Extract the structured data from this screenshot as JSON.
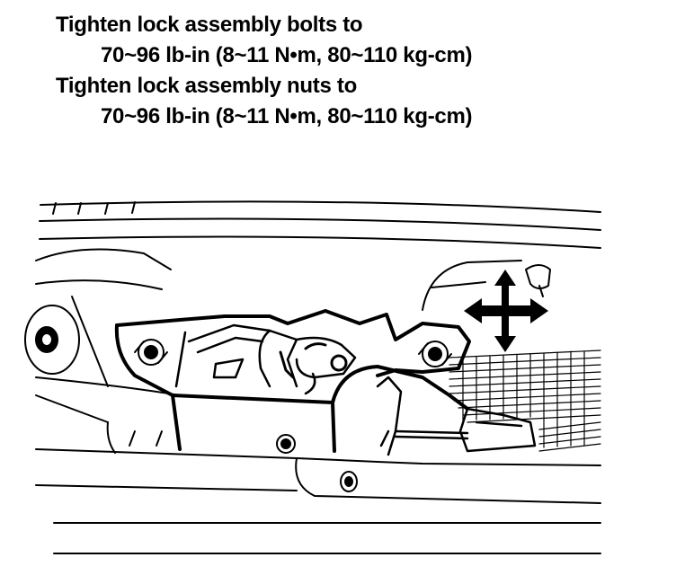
{
  "captions": {
    "bolts_line1": "Tighten lock assembly bolts to",
    "bolts_line2": "70~96 lb-in (8~11 N•m, 80~110 kg-cm)",
    "nuts_line1": "Tighten lock assembly nuts to",
    "nuts_line2": "70~96 lb-in (8~11 N•m, 80~110 kg-cm)"
  },
  "illustration": {
    "subject": "hood lock assembly mounted on radiator support",
    "adjust_arrow_icon": "four-way-adjust-arrow-icon",
    "fastener_icon": "hex-bolt-icon",
    "ink_color": "#000000",
    "paper_color": "#ffffff"
  }
}
